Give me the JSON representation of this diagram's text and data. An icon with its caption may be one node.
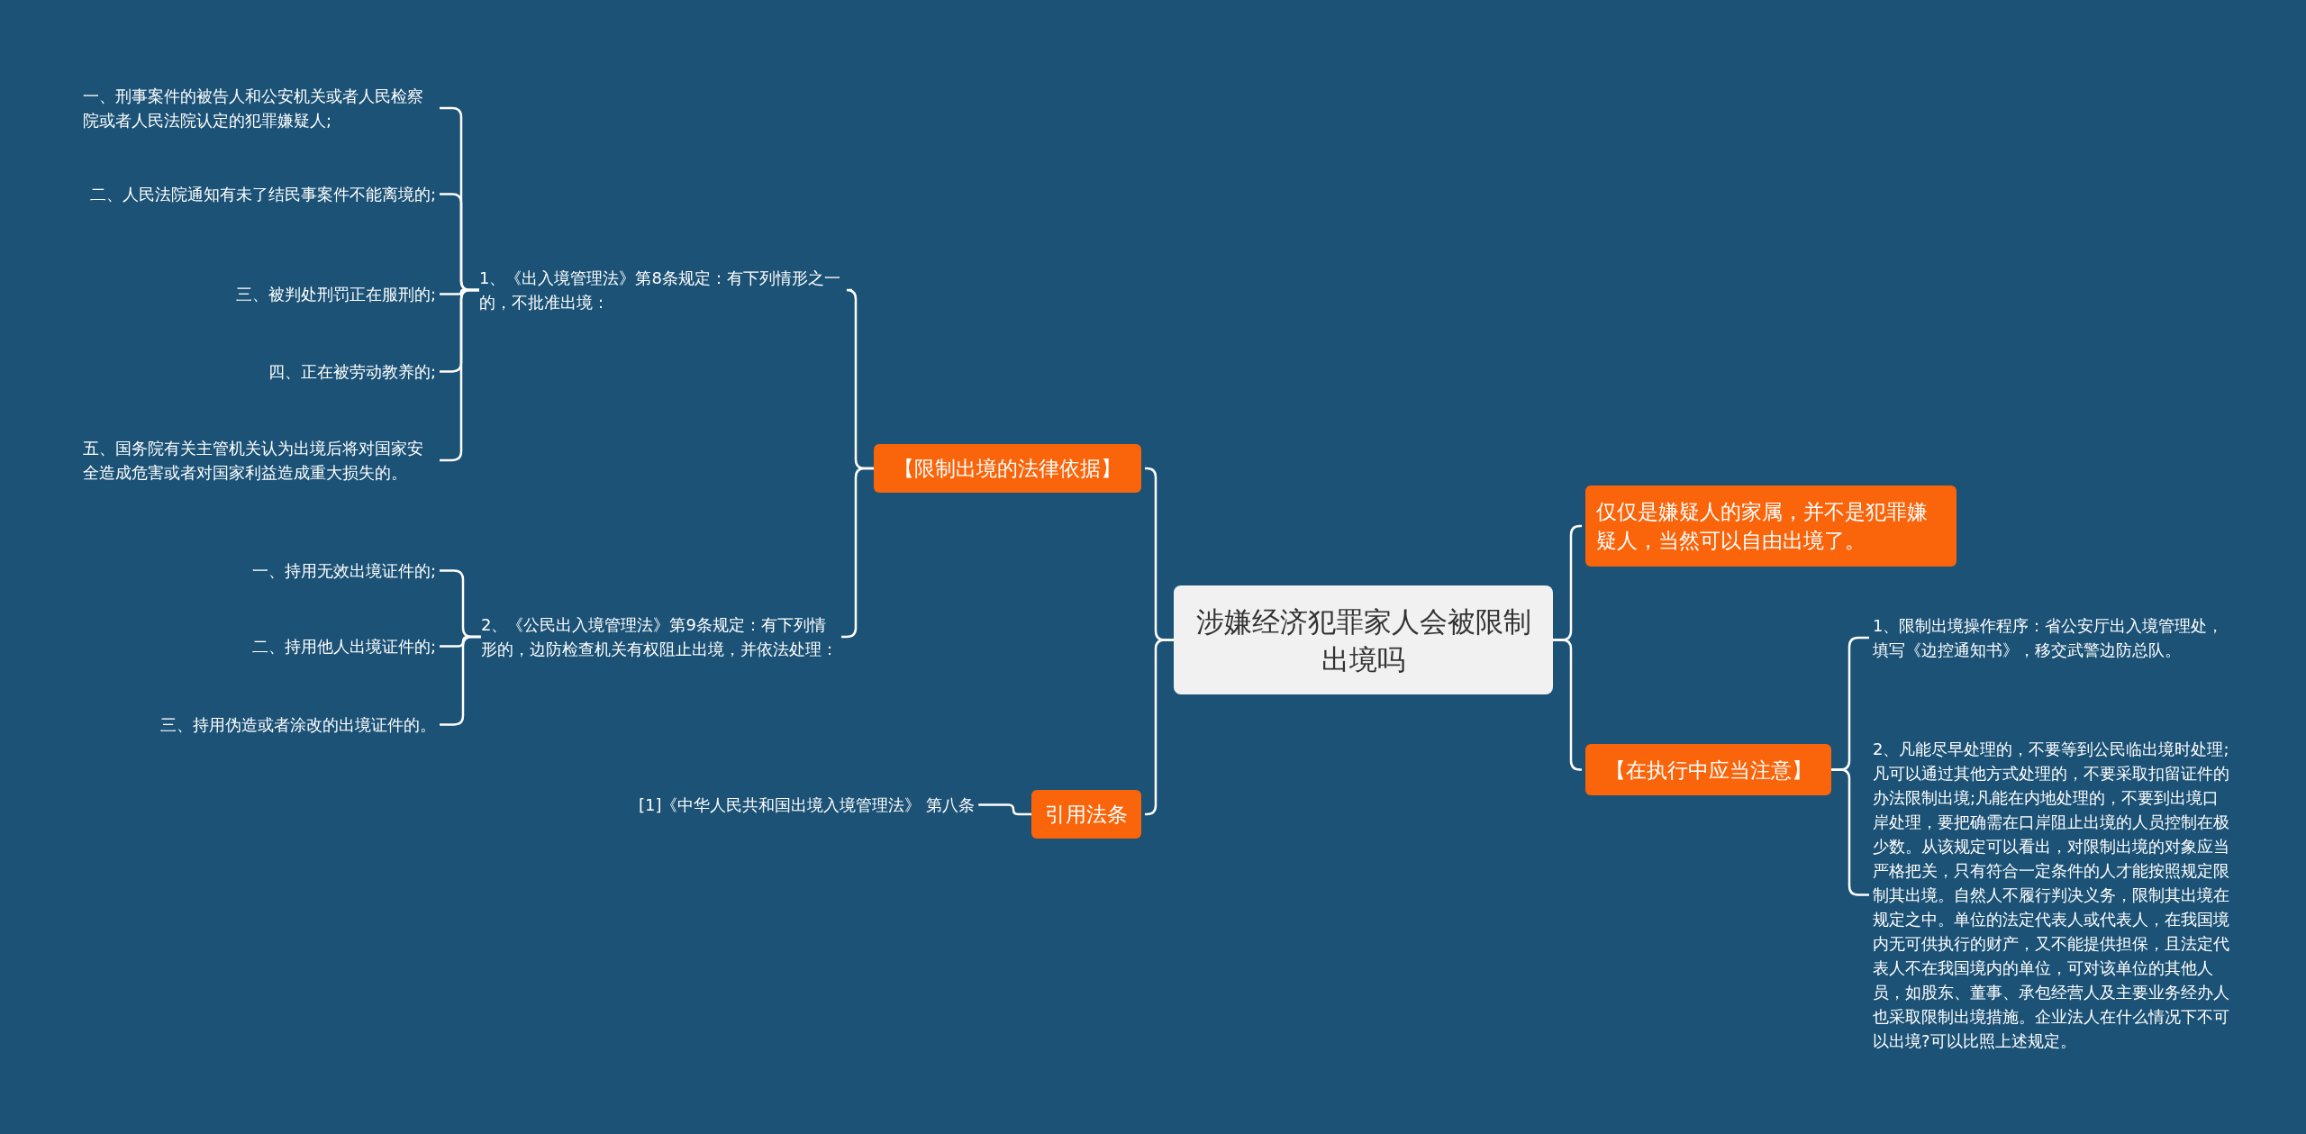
{
  "diagram": {
    "nodes": [
      {
        "text": [
          "涉嫌经济犯罪家人会被限制出境吗"
        ]
      },
      {
        "text": [
          "【限制出境的法律依据】"
        ]
      },
      {
        "text": [
          "1、《出入境管理法》第8条规定：有下列情形之一的，不批准出境："
        ]
      },
      {
        "text": [
          "一、刑事案件的被告人和公安机关或者人民检察院或者人民法院认定的犯罪嫌疑人;"
        ]
      },
      {
        "text": [
          "二、人民法院通知有未了结民事案件不能离境的;"
        ]
      },
      {
        "text": [
          "三、被判处刑罚正在服刑的;"
        ]
      },
      {
        "text": [
          "四、正在被劳动教养的;"
        ]
      },
      {
        "text": [
          "五、国务院有关主管机关认为出境后将对国家安全造成危害或者对国家利益造成重大损失的。"
        ]
      },
      {
        "text": [
          "2、《公民出入境管理法》第9条规定：有下列情形的，边防检查机关有权阻止出境，并依法处理："
        ]
      },
      {
        "text": [
          "一、持用无效出境证件的;"
        ]
      },
      {
        "text": [
          "二、持用他人出境证件的;"
        ]
      },
      {
        "text": [
          "三、持用伪造或者涂改的出境证件的。"
        ]
      },
      {
        "text": [
          "引用法条"
        ]
      },
      {
        "text": [
          "[1]《中华人民共和国出境入境管理法》 第八条"
        ]
      },
      {
        "text": [
          "仅仅是嫌疑人的家属，并不是犯罪嫌疑人，当然可以自由出境了。"
        ]
      },
      {
        "text": [
          "【在执行中应当注意】"
        ]
      },
      {
        "text": [
          "1、限制出境操作程序：省公安厅出入境管理处，填写《边控通知书》，移交武警边防总队。"
        ]
      },
      {
        "text": [
          "2、凡能尽早处理的，不要等到公民临出境时处理;凡可以通过其他方式处理的，不要采取扣留证件的办法限制出境;凡能在内地处理的，不要到出境口岸处理，要把确需在口岸阻止出境的人员控制在极少数。从该规定可以看出，对限制出境的对象应当严格把关，只有符合一定条件的人才能按照规定限制其出境。自然人不履行判决义务，限制其出境在规定之中。单位的法定代表人或代表人，在我国境内无可供执行的财产，又不能提供担保，且法定代表人不在我国境内的单位，可对该单位的其他人员，如股东、董事、承包经营人及主要业务经办人也采取限制出境措施。企业法人在什么情况下不可以出境?可以比照上述规定。"
        ]
      }
    ],
    "edges": [
      {
        "from": 0,
        "to": 1,
        "arrow": "none"
      },
      {
        "from": 0,
        "to": 12,
        "arrow": "none"
      },
      {
        "from": 0,
        "to": 14,
        "arrow": "none"
      },
      {
        "from": 0,
        "to": 15,
        "arrow": "none"
      },
      {
        "from": 1,
        "to": 2,
        "arrow": "none"
      },
      {
        "from": 1,
        "to": 8,
        "arrow": "none"
      },
      {
        "from": 2,
        "to": 3,
        "arrow": "none"
      },
      {
        "from": 2,
        "to": 4,
        "arrow": "none"
      },
      {
        "from": 2,
        "to": 5,
        "arrow": "none"
      },
      {
        "from": 2,
        "to": 6,
        "arrow": "none"
      },
      {
        "from": 2,
        "to": 7,
        "arrow": "none"
      },
      {
        "from": 8,
        "to": 9,
        "arrow": "none"
      },
      {
        "from": 8,
        "to": 10,
        "arrow": "none"
      },
      {
        "from": 8,
        "to": 11,
        "arrow": "none"
      },
      {
        "from": 12,
        "to": 13,
        "arrow": "none"
      },
      {
        "from": 15,
        "to": 16,
        "arrow": "none"
      },
      {
        "from": 15,
        "to": 17,
        "arrow": "none"
      }
    ]
  }
}
